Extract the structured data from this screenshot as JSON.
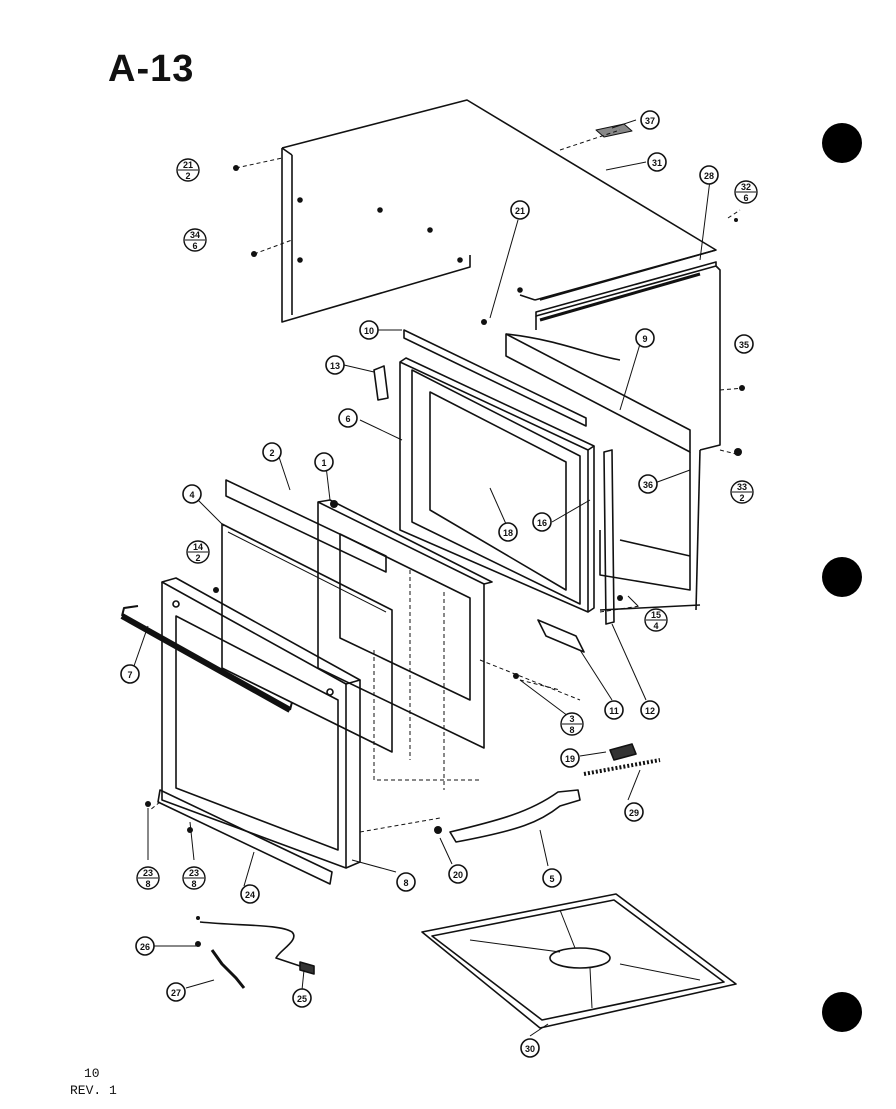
{
  "page": {
    "title": "A-13",
    "footer_page": "10",
    "footer_rev": "REV. 1"
  },
  "callouts": [
    {
      "id": "c37a",
      "top": "37"
    },
    {
      "id": "c31",
      "top": "31"
    },
    {
      "id": "c21_2",
      "top": "21",
      "bottom": "2"
    },
    {
      "id": "c28",
      "top": "28"
    },
    {
      "id": "c32_6",
      "top": "32",
      "bottom": "6"
    },
    {
      "id": "c34_6",
      "top": "34",
      "bottom": "6"
    },
    {
      "id": "c21",
      "top": "21"
    },
    {
      "id": "c10",
      "top": "10"
    },
    {
      "id": "c9",
      "top": "9"
    },
    {
      "id": "c35",
      "top": "35"
    },
    {
      "id": "c13",
      "top": "13"
    },
    {
      "id": "c6",
      "top": "6"
    },
    {
      "id": "c36",
      "top": "36"
    },
    {
      "id": "c33_2",
      "top": "33",
      "bottom": "2"
    },
    {
      "id": "c2",
      "top": "2"
    },
    {
      "id": "c1",
      "top": "1"
    },
    {
      "id": "c18",
      "top": "18"
    },
    {
      "id": "c16",
      "top": "16"
    },
    {
      "id": "c4",
      "top": "4"
    },
    {
      "id": "c14_2",
      "top": "14",
      "bottom": "2"
    },
    {
      "id": "c15_4",
      "top": "15",
      "bottom": "4"
    },
    {
      "id": "c7",
      "top": "7"
    },
    {
      "id": "c3_8",
      "top": "3",
      "bottom": "8"
    },
    {
      "id": "c11",
      "top": "11"
    },
    {
      "id": "c12",
      "top": "12"
    },
    {
      "id": "c19",
      "top": "19"
    },
    {
      "id": "c29",
      "top": "29"
    },
    {
      "id": "c23_8a",
      "top": "23",
      "bottom": "8"
    },
    {
      "id": "c23_8b",
      "top": "23",
      "bottom": "8"
    },
    {
      "id": "c24",
      "top": "24"
    },
    {
      "id": "c8",
      "top": "8"
    },
    {
      "id": "c20",
      "top": "20"
    },
    {
      "id": "c5",
      "top": "5"
    },
    {
      "id": "c26",
      "top": "26"
    },
    {
      "id": "c27",
      "top": "27"
    },
    {
      "id": "c25",
      "top": "25"
    },
    {
      "id": "c30",
      "top": "30"
    }
  ]
}
